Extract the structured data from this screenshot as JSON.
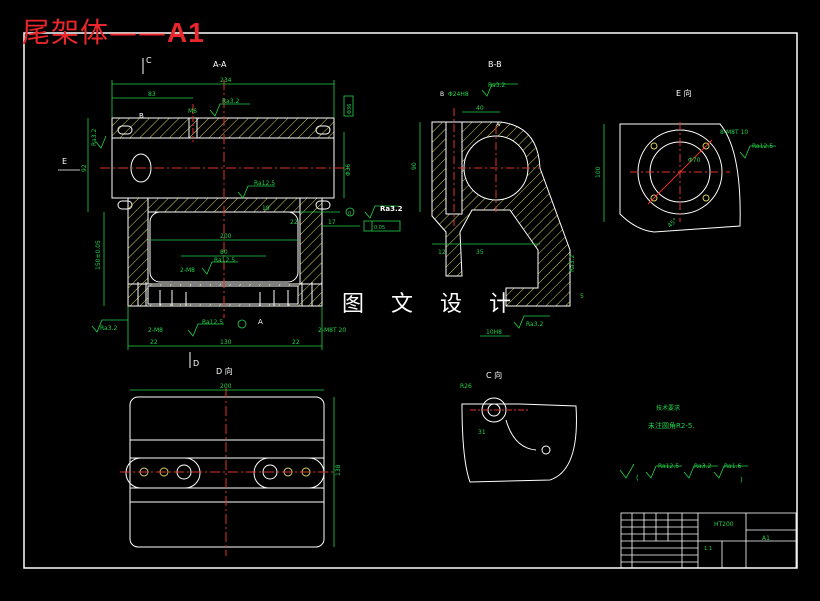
{
  "drawing": {
    "title": "尾架体",
    "title_dash": "——",
    "title_code": "A1",
    "watermark": "图 文 设 计",
    "material": "HT200"
  },
  "colors": {
    "background": "#000000",
    "outline": "#ffffff",
    "dimension": "#22d24a",
    "centerline": "#e0342c",
    "hatch": "#d8d060",
    "title": "#e8262c",
    "hole": "#d8d060"
  },
  "views": {
    "section_aa": "A-A",
    "section_bb": "B-B",
    "view_e": "E 向",
    "view_d": "D 向",
    "view_c": "C 向",
    "marker_c": "C",
    "marker_e": "E",
    "marker_d": "D",
    "marker_b": "B",
    "marker_b2": "B",
    "marker_a": "A",
    "marker_a2": "A"
  },
  "dims": {
    "d234": "234",
    "d83": "83",
    "m6": "M6",
    "ra32_top": "Ra3.2",
    "ra32_left": "Ra3.2",
    "d92": "92",
    "dphi36": "Φ36",
    "dphi36_2": "Φ36",
    "ra125": "Ra12.5",
    "d19": "19",
    "ra32_box": "Ra3.2",
    "d22": "22",
    "d17": "17",
    "d0": "0",
    "d005": "0.05",
    "d200": "200",
    "d80": "80",
    "d2m8": "2-M8",
    "ra125_b": "Ra12.5",
    "d150": "150±0.05",
    "ra32_bl": "Ra3.2",
    "d2m8b": "2-M8",
    "ra125_c": "Ra12.5",
    "d2m8_20": "2-M8T 20",
    "d22b": "22",
    "d130": "130",
    "d22c": "22",
    "d_bb_phi24": "Φ24H8",
    "d_bb_ra32": "Ra3.2",
    "d40": "40",
    "d90": "90",
    "d12": "12",
    "d35": "35",
    "d_bb_ra32r": "Ra3.2",
    "d_bb_ra32b": "Ra3.2",
    "d10h8": "10H8",
    "d5": "5",
    "d_e_8m8": "8-M8T 10",
    "d_e_ra125": "Ra12.5",
    "d_e_100": "100",
    "d_e_phi70": "Φ70",
    "d_e_45": "45°",
    "d_d_200": "200",
    "d_d_138": "138",
    "d_c_r26": "R26",
    "d_c_31": "31"
  },
  "notes": {
    "title": "技术要求",
    "line1": "未注圆角R2-5."
  },
  "roughness": {
    "l1": "Ra12.5",
    "l2": "Ra3.2",
    "l3": "Ra1.6",
    "paren_open": "(",
    "paren_close": ")"
  },
  "title_block": {
    "material": "HT200",
    "code": "A1",
    "scale": "1:1"
  }
}
